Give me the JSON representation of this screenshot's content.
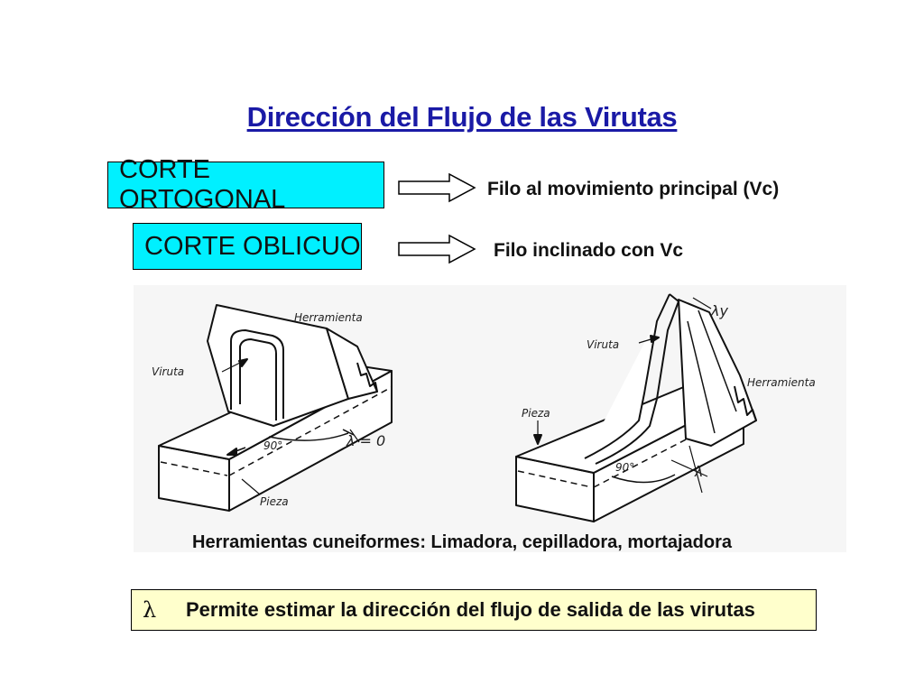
{
  "title": "Dirección del Flujo de las Virutas",
  "rows": [
    {
      "box": "CORTE ORTOGONAL",
      "text": "Filo al movimiento principal (Vc)"
    },
    {
      "box": "CORTE OBLICUO",
      "text": "Filo inclinado con Vc"
    }
  ],
  "figure_left": {
    "herramienta": "Herramienta",
    "viruta": "Viruta",
    "pieza": "Pieza",
    "angle": "90°",
    "lambda": "λ = 0"
  },
  "figure_right": {
    "herramienta": "Herramienta",
    "viruta": "Viruta",
    "pieza": "Pieza",
    "angle": "90°",
    "lambda_y": "λy",
    "lambda": "λ"
  },
  "caption": "Herramientas cuneiformes: Limadora, cepilladora, mortajadora",
  "note": {
    "symbol": "λ",
    "text": "Permite estimar la dirección del flujo de salida de las virutas"
  },
  "colors": {
    "title": "#1a1aa6",
    "box_fill": "#00f0ff",
    "note_fill": "#ffffcc"
  }
}
